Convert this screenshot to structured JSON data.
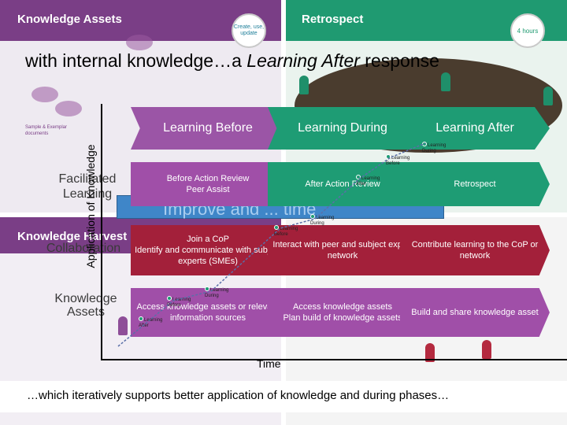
{
  "panels": {
    "knowledge_assets": "Knowledge Assets",
    "retrospect": "Retrospect",
    "knowledge_harvest": "Knowledge Harvest",
    "create_badge": "Create, use, update",
    "time_badge": "4 hours",
    "sample_label": "Sample & Exemplar documents"
  },
  "headline": {
    "part1": "with internal knowledge…a ",
    "emph": "Learning After",
    "part2": " response"
  },
  "columns": [
    "Learning Before",
    "Learning  During",
    "Learning After"
  ],
  "rows": {
    "facilitated": "Facilitated Learning",
    "collaboration": "Collaboration",
    "knowledge_assets": "Knowledge Assets"
  },
  "improve_banner": "Improve and ... time",
  "cells": {
    "before_1_a": "Before Action Review",
    "before_1_b": "Peer Assist",
    "during_1": "After Action Review",
    "after_1": "Retrospect",
    "before_2_a": "Join a CoP",
    "before_2_b": "Identify and communicate with subject experts (SMEs)",
    "during_2": "Interact with peer and subject expert network",
    "after_2": "Contribute learning to the CoP or network",
    "before_3": "Access knowledge assets or relevant information sources",
    "during_3_a": "Access knowledge assets",
    "during_3_b": "Plan build of knowledge assets",
    "after_3": "Build and share knowledge asset"
  },
  "axes": {
    "y": "Application of Knowledge",
    "x": "Time"
  },
  "learning_points": {
    "during": "Learning During",
    "before": "Learning Before",
    "after": "Learning After"
  },
  "footer": "…which iteratively supports better application of knowledge and during phases…",
  "colors": {
    "purple": "#7a3e86",
    "green": "#1f9a71",
    "red": "#a3203a",
    "blue": "#3f86c8"
  }
}
